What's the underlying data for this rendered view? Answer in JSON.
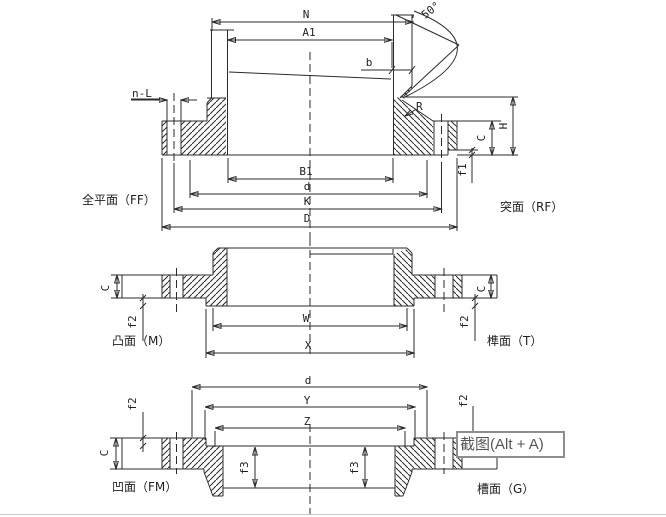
{
  "window": {
    "background": "#ffffff",
    "line_color": "#2b2b2b",
    "divider_color": "#c9c9c9"
  },
  "tooltip": {
    "label": "截图(Alt + A)",
    "border_color": "#8e8e8e",
    "text_color": "#555555"
  },
  "fig_top": {
    "caption_left": "全平面（FF）",
    "caption_right": "突面（RF）",
    "dims": {
      "N": "N",
      "A1": "A1",
      "b": "b",
      "angle": "50°",
      "R": "R",
      "H": "H",
      "C": "C",
      "f1": "f1",
      "B1": "B1",
      "d": "d",
      "K": "K",
      "D": "D",
      "n_L": "n-L"
    }
  },
  "fig_mid": {
    "caption_left": "凸面（M）",
    "caption_right": "榫面（T）",
    "dims": {
      "C_left": "C",
      "C_right": "C",
      "f2_left": "f2",
      "f2_right": "f2",
      "W": "W",
      "X": "X"
    }
  },
  "fig_bot": {
    "caption_left": "凹面（FM）",
    "caption_right": "槽面（G）",
    "dims": {
      "d": "d",
      "Y": "Y",
      "Z": "Z",
      "C": "C",
      "f2_left": "f2",
      "f2_right": "f2",
      "f3_left": "f3",
      "f3_right": "f3"
    }
  }
}
